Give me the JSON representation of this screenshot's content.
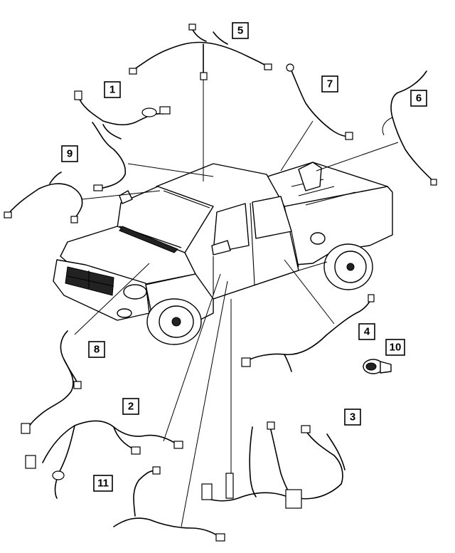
{
  "callouts": [
    {
      "num": "1"
    },
    {
      "num": "2"
    },
    {
      "num": "3"
    },
    {
      "num": "4"
    },
    {
      "num": "5"
    },
    {
      "num": "6"
    },
    {
      "num": "7"
    },
    {
      "num": "8"
    },
    {
      "num": "9"
    },
    {
      "num": "10"
    },
    {
      "num": "11"
    }
  ]
}
